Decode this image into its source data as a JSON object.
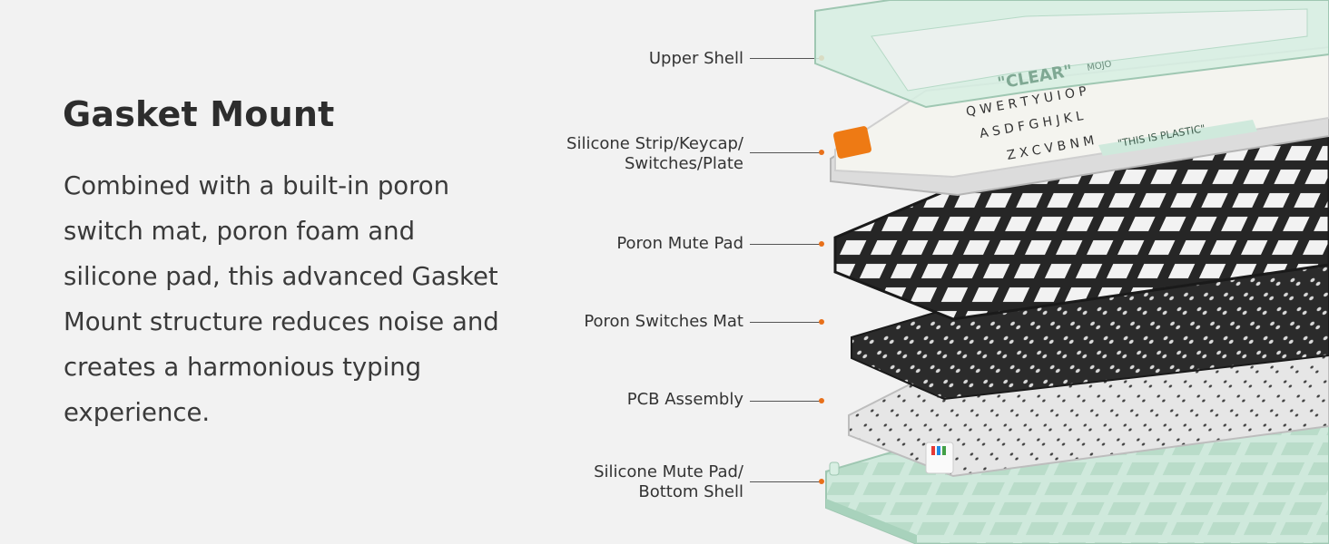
{
  "content": {
    "heading": "Gasket Mount",
    "description": "Combined with a built-in poron switch mat, poron foam and silicone pad, this advanced Gasket Mount structure reduces noise and creates a harmonious typing experience."
  },
  "diagram": {
    "labels": [
      {
        "lines": [
          "Upper Shell"
        ]
      },
      {
        "lines": [
          "Silicone Strip/Keycap/",
          "Switches/Plate"
        ]
      },
      {
        "lines": [
          "Poron Mute Pad"
        ]
      },
      {
        "lines": [
          "Poron Switches Mat"
        ]
      },
      {
        "lines": [
          "PCB Assembly"
        ]
      },
      {
        "lines": [
          "Silicone Mute Pad/",
          "Bottom Shell"
        ]
      }
    ],
    "keycap_texts": {
      "brand_clear": "\"CLEAR\"",
      "brand_mojo": "MOJO",
      "slogan": "\"THIS IS PLASTIC\"",
      "qwerty": "Q W E R T Y U I O P",
      "asdf": "A S D F G H J K L",
      "zxcv": "Z X C V B N M"
    }
  },
  "colors": {
    "background": "#f2f2f2",
    "accent_dot": "#e8701a",
    "mint_shell": "#cfe9dc",
    "keycap": "#f4f4ef",
    "plate_dark": "#262626",
    "pcb": "#e4e4e4"
  }
}
